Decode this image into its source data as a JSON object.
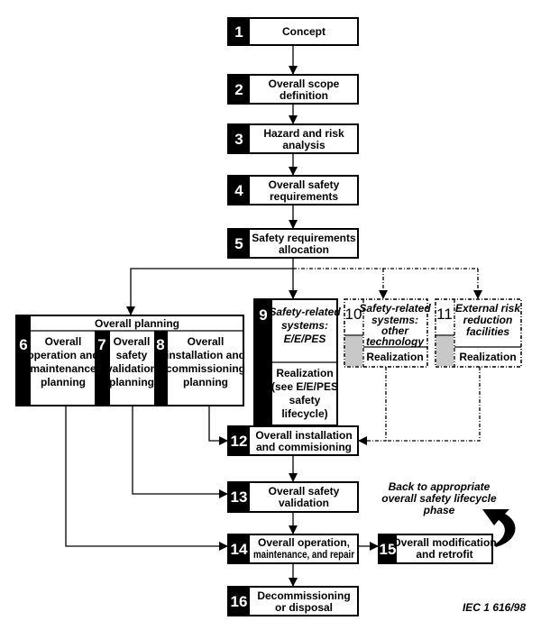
{
  "steps": {
    "s1": {
      "num": "1",
      "lines": [
        "Concept"
      ]
    },
    "s2": {
      "num": "2",
      "lines": [
        "Overall scope",
        "definition"
      ]
    },
    "s3": {
      "num": "3",
      "lines": [
        "Hazard and risk",
        "analysis"
      ]
    },
    "s4": {
      "num": "4",
      "lines": [
        "Overall safety",
        "requirements"
      ]
    },
    "s5": {
      "num": "5",
      "lines": [
        "Safety requirements",
        "allocation"
      ]
    },
    "planning": {
      "title": "Overall planning"
    },
    "s6": {
      "num": "6",
      "lines": [
        "Overall",
        "operation and",
        "maintenance",
        "planning"
      ]
    },
    "s7": {
      "num": "7",
      "lines": [
        "Overall",
        "safety",
        "validation",
        "planning"
      ]
    },
    "s8": {
      "num": "8",
      "lines": [
        "Overall",
        "installation and",
        "commissioning",
        "planning"
      ]
    },
    "s9": {
      "num": "9",
      "lines": [
        "Safety-related",
        "systems:",
        "E/E/PES"
      ],
      "realization": [
        "Realization",
        "(see E/E/PES",
        "safety",
        "lifecycle)"
      ]
    },
    "s10": {
      "num": "10",
      "lines": [
        "Safety-related",
        "systems:",
        "other",
        "technology"
      ],
      "realization": "Realization"
    },
    "s11": {
      "num": "11",
      "lines": [
        "External risk",
        "reduction",
        "facilities"
      ],
      "realization": "Realization"
    },
    "s12": {
      "num": "12",
      "lines": [
        "Overall installation",
        "and commisioning"
      ]
    },
    "s13": {
      "num": "13",
      "lines": [
        "Overall safety",
        "validation"
      ]
    },
    "s14": {
      "num": "14",
      "lines": [
        "Overall operation,",
        "maintenance, and repair"
      ]
    },
    "s15": {
      "num": "15",
      "lines": [
        "Overall modification",
        "and retrofit"
      ]
    },
    "s16": {
      "num": "16",
      "lines": [
        "Decommissioning",
        "or disposal"
      ]
    }
  },
  "back_note": [
    "Back to appropriate",
    "overall safety lifecycle",
    "phase"
  ],
  "figure_id": "IEC 1 616/98"
}
